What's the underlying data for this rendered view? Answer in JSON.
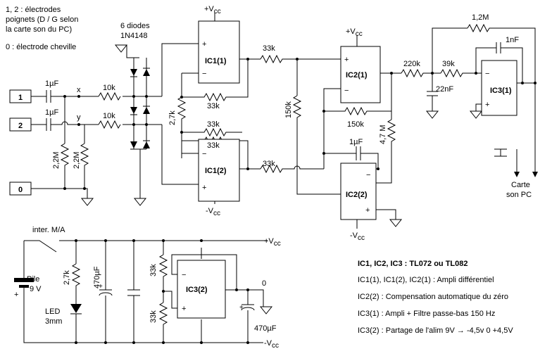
{
  "notes": {
    "n1": [
      "1, 2 : électrodes",
      "poignets  (D / G selon",
      "la carte son du PC)"
    ],
    "n0": "0 : électrode cheville",
    "diodes": [
      "6 diodes",
      "1N4148"
    ],
    "card": [
      "Carte",
      "son  PC"
    ]
  },
  "inputs": {
    "in1": "1",
    "in2": "2",
    "in0": "0"
  },
  "nodes": {
    "x": "x",
    "y": "y"
  },
  "parts": {
    "c_in1": "1µF",
    "c_in2": "1µF",
    "r_in1": "10k",
    "r_in2": "10k",
    "r_g1": "2,2M",
    "r_g2": "2,2M",
    "r_27": "2,7k",
    "r_fb1": "33k",
    "r_mid": "33k",
    "r_fb2": "33k",
    "r_o1": "33k",
    "r_o2": "33k",
    "r_150v": "150k",
    "r_150h": "150k",
    "r_47": "4,7 M",
    "c_int": "1µF",
    "r_220": "220k",
    "r_39": "39k",
    "c_22": "22nF",
    "r_12m": "1,2M",
    "c_1n": "1nF"
  },
  "ics": {
    "ic11": "IC1(1)",
    "ic12": "IC1(2)",
    "ic21": "IC2(1)",
    "ic22": "IC2(2)",
    "ic31": "IC3(1)",
    "ic32": "IC3(2)"
  },
  "rails": {
    "vcc": "+V",
    "vee": "-V",
    "sub": "cc"
  },
  "power": {
    "switch": "inter. M/A",
    "battery": [
      "Pile",
      "9 V"
    ],
    "led": [
      "LED",
      "3mm"
    ],
    "r_led": "2,7k",
    "c_bulk": "470µF",
    "r_div1": "33k",
    "r_div2": "33k",
    "c_out": "470µF",
    "zero": "0"
  },
  "legend": [
    "IC1, IC2, IC3 : TL072 ou TL082",
    "IC1(1), IC1(2), IC2(1) : Ampli différentiel",
    "IC2(2) : Compensation automatique du zéro",
    "IC3(1) : Ampli + Filtre passe-bas 150 Hz",
    "IC3(2) : Partage de l'alim 9V  →  -4,5v  0  +4,5V"
  ]
}
